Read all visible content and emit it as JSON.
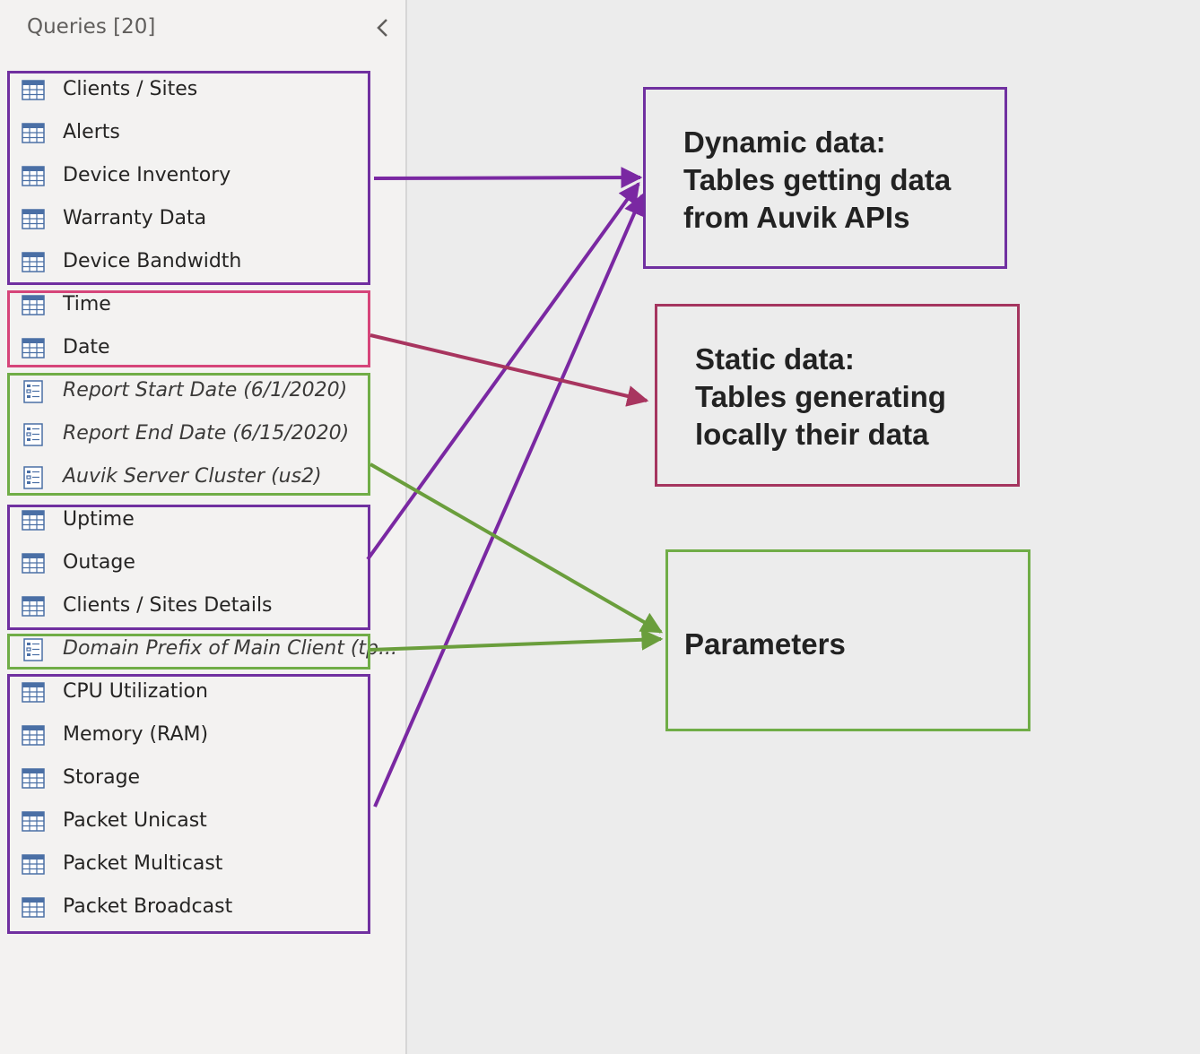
{
  "pane": {
    "title": "Queries [20]",
    "collapse_icon": "chevron-left-icon"
  },
  "queries": [
    {
      "label": "Clients / Sites",
      "kind": "table",
      "icon": "table-icon"
    },
    {
      "label": "Alerts",
      "kind": "table",
      "icon": "table-icon"
    },
    {
      "label": "Device Inventory",
      "kind": "table",
      "icon": "table-icon"
    },
    {
      "label": "Warranty Data",
      "kind": "table",
      "icon": "table-icon"
    },
    {
      "label": "Device Bandwidth",
      "kind": "table",
      "icon": "table-icon"
    },
    {
      "label": "Time",
      "kind": "table",
      "icon": "table-icon"
    },
    {
      "label": "Date",
      "kind": "table",
      "icon": "table-icon"
    },
    {
      "label": "Report Start Date (6/1/2020)",
      "kind": "parameter",
      "icon": "parameter-icon"
    },
    {
      "label": "Report End Date (6/15/2020)",
      "kind": "parameter",
      "icon": "parameter-icon"
    },
    {
      "label": "Auvik Server Cluster (us2)",
      "kind": "parameter",
      "icon": "parameter-icon"
    },
    {
      "label": "Uptime",
      "kind": "table",
      "icon": "table-icon"
    },
    {
      "label": "Outage",
      "kind": "table",
      "icon": "table-icon"
    },
    {
      "label": "Clients / Sites Details",
      "kind": "table",
      "icon": "table-icon"
    },
    {
      "label": "Domain Prefix of Main Client (tp...",
      "kind": "parameter",
      "icon": "parameter-icon"
    },
    {
      "label": "CPU Utilization",
      "kind": "table",
      "icon": "table-icon"
    },
    {
      "label": "Memory (RAM)",
      "kind": "table",
      "icon": "table-icon"
    },
    {
      "label": "Storage",
      "kind": "table",
      "icon": "table-icon"
    },
    {
      "label": "Packet Unicast",
      "kind": "table",
      "icon": "table-icon"
    },
    {
      "label": "Packet Multicast",
      "kind": "table",
      "icon": "table-icon"
    },
    {
      "label": "Packet Broadcast",
      "kind": "table",
      "icon": "table-icon"
    }
  ],
  "annotations": {
    "dynamic": {
      "lines": [
        "Dynamic data:",
        "Tables getting data",
        "from Auvik APIs"
      ],
      "color": "#7030a0"
    },
    "static": {
      "lines": [
        "Static data:",
        "Tables generating",
        "locally their data"
      ],
      "color": "#a5355f"
    },
    "parameters": {
      "lines": [
        "Parameters"
      ],
      "color": "#70ad47"
    }
  },
  "colors": {
    "dynamic_group": "#7030a0",
    "static_group": "#d6457a",
    "parameter_group": "#70ad47",
    "arrow_dynamic": "#7a28a2",
    "arrow_static": "#a8355f",
    "arrow_parameter": "#6a9e3c",
    "icon_blue": "#4a6fa5"
  }
}
